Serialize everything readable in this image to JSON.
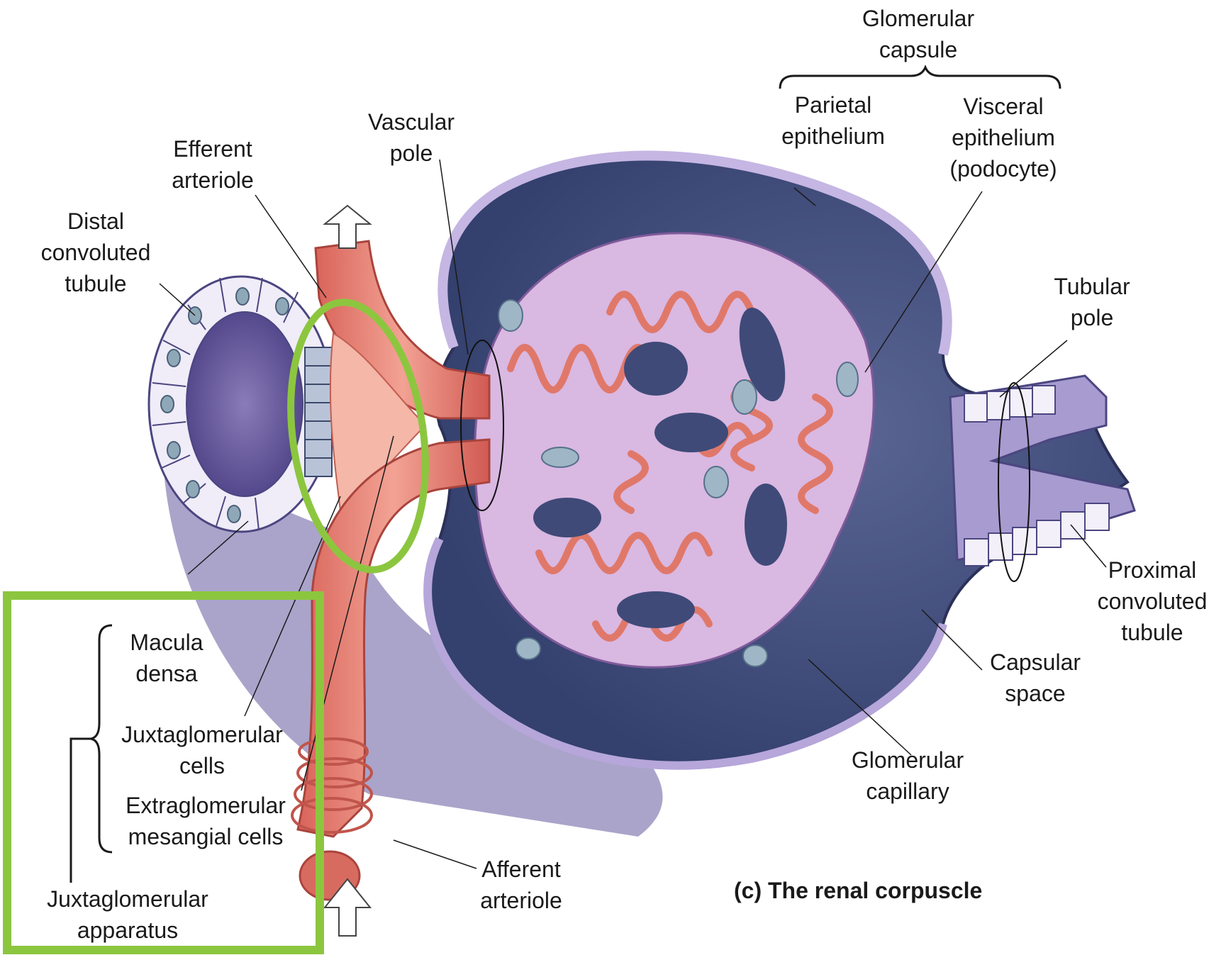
{
  "labels": {
    "glomerular_capsule": [
      "Glomerular",
      "capsule"
    ],
    "parietal_epithelium": [
      "Parietal",
      "epithelium"
    ],
    "visceral_epithelium": [
      "Visceral",
      "epithelium",
      "(podocyte)"
    ],
    "vascular_pole": [
      "Vascular",
      "pole"
    ],
    "efferent_arteriole": [
      "Efferent",
      "arteriole"
    ],
    "distal_convoluted_tubule": [
      "Distal",
      "convoluted",
      "tubule"
    ],
    "tubular_pole": [
      "Tubular",
      "pole"
    ],
    "proximal_convoluted_tubule": [
      "Proximal",
      "convoluted",
      "tubule"
    ],
    "capsular_space": [
      "Capsular",
      "space"
    ],
    "glomerular_capillary": [
      "Glomerular",
      "capillary"
    ],
    "macula_densa": [
      "Macula",
      "densa"
    ],
    "juxtaglomerular_cells": [
      "Juxtaglomerular",
      "cells"
    ],
    "extraglomerular_mesangial_cells": [
      "Extraglomerular",
      "mesangial cells"
    ],
    "juxtaglomerular_apparatus": [
      "Juxtaglomerular",
      "apparatus"
    ],
    "afferent_arteriole": [
      "Afferent",
      "arteriole"
    ]
  },
  "caption": "(c) The renal corpuscle",
  "colors": {
    "highlight": "#8cc63f",
    "capsule_dark": "#3f4a78",
    "capsule_light": "#b8a8d8",
    "podocyte": "#d8b8e0",
    "capillary": "#e0786a",
    "arteriole": "#e88a7c",
    "tubule_cell": "#eeeaf6",
    "nucleus": "#8fa8b8"
  }
}
